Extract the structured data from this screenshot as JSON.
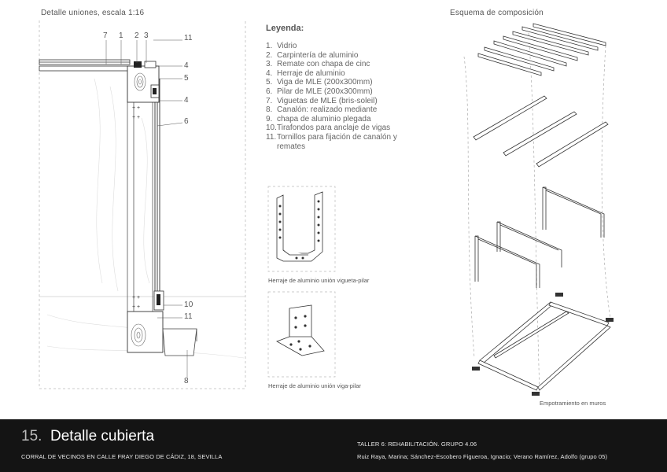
{
  "detail": {
    "title": "Detalle uniones, escala 1:16",
    "callouts": [
      "7",
      "1",
      "2",
      "3",
      "11",
      "4",
      "5",
      "4",
      "6",
      "10",
      "11",
      "8"
    ]
  },
  "legend": {
    "title": "Leyenda:",
    "items": [
      {
        "n": "1.",
        "t": "Vidrio"
      },
      {
        "n": "2.",
        "t": "Carpintería de aluminio"
      },
      {
        "n": "3.",
        "t": "Remate con chapa de cinc"
      },
      {
        "n": "4.",
        "t": "Herraje de aluminio"
      },
      {
        "n": "5.",
        "t": "Viga de MLE (200x300mm)"
      },
      {
        "n": "6.",
        "t": "Pilar de MLE (200x300mm)"
      },
      {
        "n": "7.",
        "t": "Viguetas de MLE (bris-soleil)"
      },
      {
        "n": "8.",
        "t": "Canalón: realizado mediante"
      },
      {
        "n": "9.",
        "t": "chapa de aluminio plegada"
      },
      {
        "n": "10.",
        "t": "Tirafondos para anclaje de vigas"
      },
      {
        "n": "11.",
        "t": "Tornillos para fijación de canalón y\nremates"
      }
    ]
  },
  "hardware": {
    "caption1": "Herraje de aluminio unión vigueta-pilar",
    "caption2": "Herraje de aluminio unión viga-pilar"
  },
  "scheme": {
    "title": "Esquema de composición",
    "note": "Empotramiento en muros"
  },
  "footer": {
    "number": "15.",
    "title": "Detalle cubierta",
    "subtitle": "CORRAL DE VECINOS EN CALLE FRAY DIEGO DE CÁDIZ, 18, SEVILLA",
    "group": "TALLER 6: REHABILITACIÓN. GRUPO 4.06",
    "authors": "Ruiz Raya, Marina; Sánchez-Escobero Figueroa, Ignacio; Verano Ramírez, Adolfo (grupo 05)"
  }
}
